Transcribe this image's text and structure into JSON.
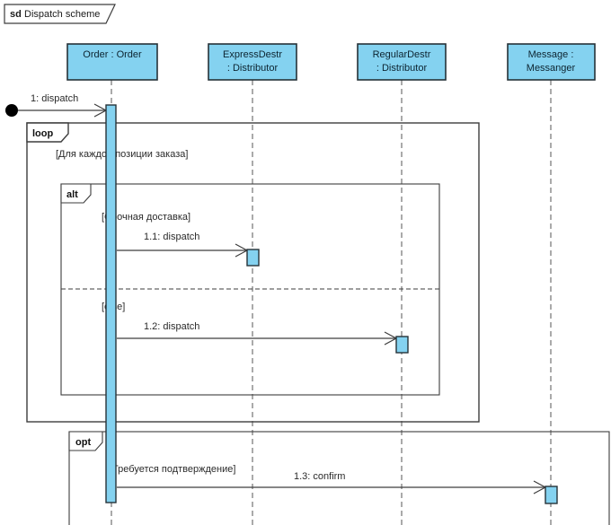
{
  "diagram": {
    "keyword": "sd",
    "title": "Dispatch scheme"
  },
  "lifelines": [
    {
      "name": "Order : Order",
      "line1": "Order : Order",
      "line2": ""
    },
    {
      "name": "ExpressDestr : Distributor",
      "line1": "ExpressDestr",
      "line2": ": Distributor"
    },
    {
      "name": "RegularDestr : Distributor",
      "line1": "RegularDestr",
      "line2": ": Distributor"
    },
    {
      "name": "Message : Messanger",
      "line1": "Message :",
      "line2": "Messanger"
    }
  ],
  "fragments": [
    {
      "operator": "loop",
      "guard": "[Для каждой позиции заказа]"
    },
    {
      "operator": "alt",
      "guard1": "[Срочная доставка]",
      "guard2": "[else]"
    },
    {
      "operator": "opt",
      "guard": "[Требуется подтверждение]"
    }
  ],
  "messages": [
    {
      "label": "1: dispatch"
    },
    {
      "label": "1.1: dispatch"
    },
    {
      "label": "1.2: dispatch"
    },
    {
      "label": "1.3: confirm"
    }
  ],
  "colors": {
    "shape_fill": "#84d2f0",
    "shape_border": "#263238",
    "frame_line": "#3d3d3d",
    "lifeline": "#555555",
    "text": "#1a1a1a"
  }
}
